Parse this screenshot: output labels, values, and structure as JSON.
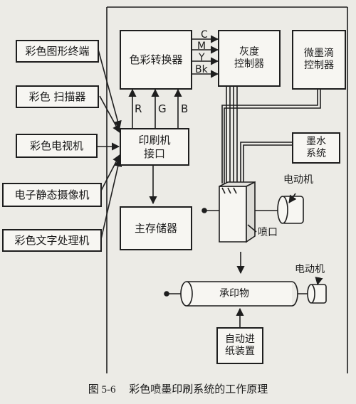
{
  "inputs": [
    "彩色图形终端",
    "彩色 扫描器",
    "彩色电视机",
    "电子静态摄像机",
    "彩色文字处理机"
  ],
  "blocks": {
    "color_converter": "色彩转换器",
    "gray_controller": "灰度\n控制器",
    "ink_drop_controller": "微墨滴\n控制器",
    "printer_interface": "印刷机\n接口",
    "ink_system": "墨水\n系统",
    "main_storage": "主存储器",
    "nozzle": "喷口",
    "printing_drum": "承印物",
    "paper_feed": "自动进\n纸装置",
    "motor_1": "电动机",
    "motor_2": "电动机"
  },
  "signals": {
    "cmyk": [
      "C",
      "M",
      "Y",
      "Bk"
    ],
    "rgb": [
      "R",
      "G",
      "B"
    ]
  },
  "caption": {
    "number": "图 5-6",
    "title": "彩色喷墨印刷系统的工作原理"
  }
}
